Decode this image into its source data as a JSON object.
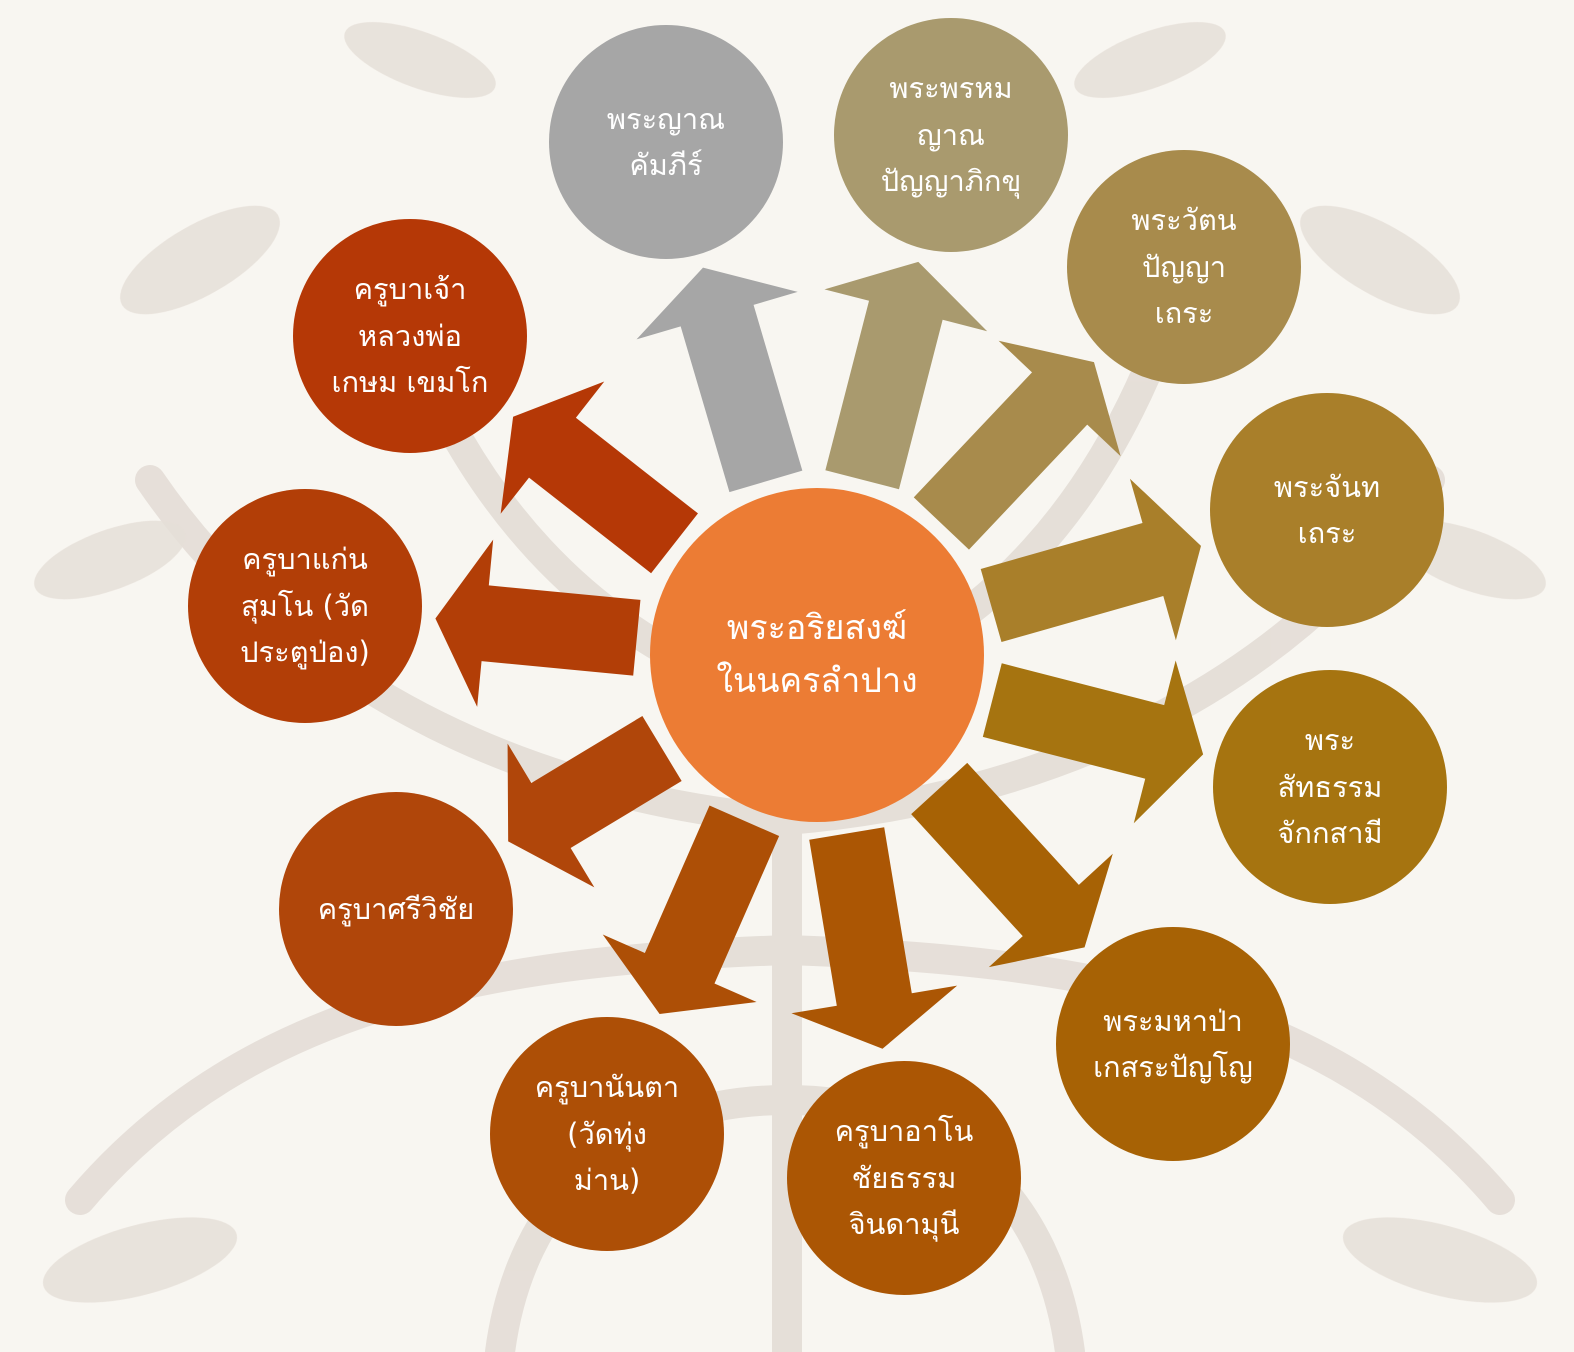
{
  "diagram": {
    "center": {
      "label": "พระอริยสงฆ์\nในนครลำปาง",
      "color": "#ec7c34"
    },
    "nodes": [
      {
        "id": "n1",
        "label": "พระญาณ\nคัมภีร์",
        "color": "#a6a6a6"
      },
      {
        "id": "n2",
        "label": "พระพรหม\nญาณ\nปัญญาภิกขุ",
        "color": "#a99a6e"
      },
      {
        "id": "n3",
        "label": "พระวัตน\nปัญญา\nเถระ",
        "color": "#a88b4c"
      },
      {
        "id": "n4",
        "label": "พระจันท\nเถระ",
        "color": "#a97f2a"
      },
      {
        "id": "n5",
        "label": "พระ\nสัทธรรม\nจักกสามี",
        "color": "#a67410"
      },
      {
        "id": "n6",
        "label": "พระมหาป่า\nเกสระปัญโญ",
        "color": "#a76205"
      },
      {
        "id": "n7",
        "label": "ครูบาอาโน\nชัยธรรม\nจินดามุนี",
        "color": "#ab5604"
      },
      {
        "id": "n8",
        "label": "ครูบานันตา\n(วัดทุ่ง\nม่าน)",
        "color": "#ad4f06"
      },
      {
        "id": "n9",
        "label": "ครูบาศรีวิชัย",
        "color": "#b0460a"
      },
      {
        "id": "n10",
        "label": "ครูบาแก่น\nสุมโน (วัด\nประตูป่อง)",
        "color": "#b23e07"
      },
      {
        "id": "n11",
        "label": "ครูบาเจ้า\nหลวงพ่อ\nเกษม เขมโก",
        "color": "#b53806"
      }
    ]
  }
}
